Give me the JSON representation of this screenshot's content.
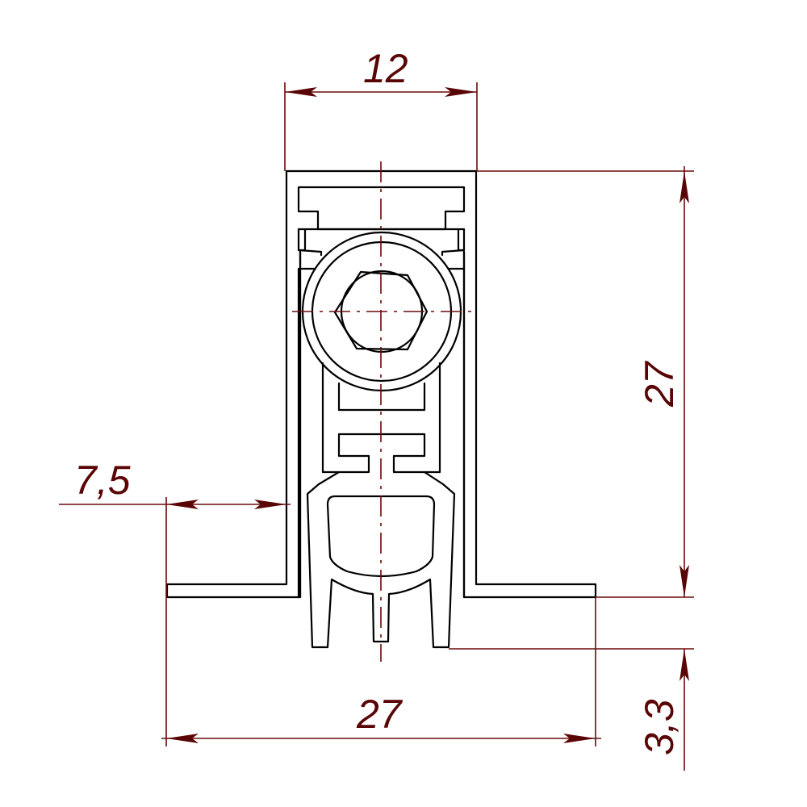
{
  "drawing": {
    "type": "technical cross-section drawing",
    "colors": {
      "outline": "#000000",
      "dimension": "#6b0a0a",
      "background": "#ffffff"
    },
    "dimensions": {
      "top_width": "12",
      "flange_offset": "7,5",
      "height": "27",
      "base_width": "27",
      "seal_drop": "3,3"
    }
  }
}
